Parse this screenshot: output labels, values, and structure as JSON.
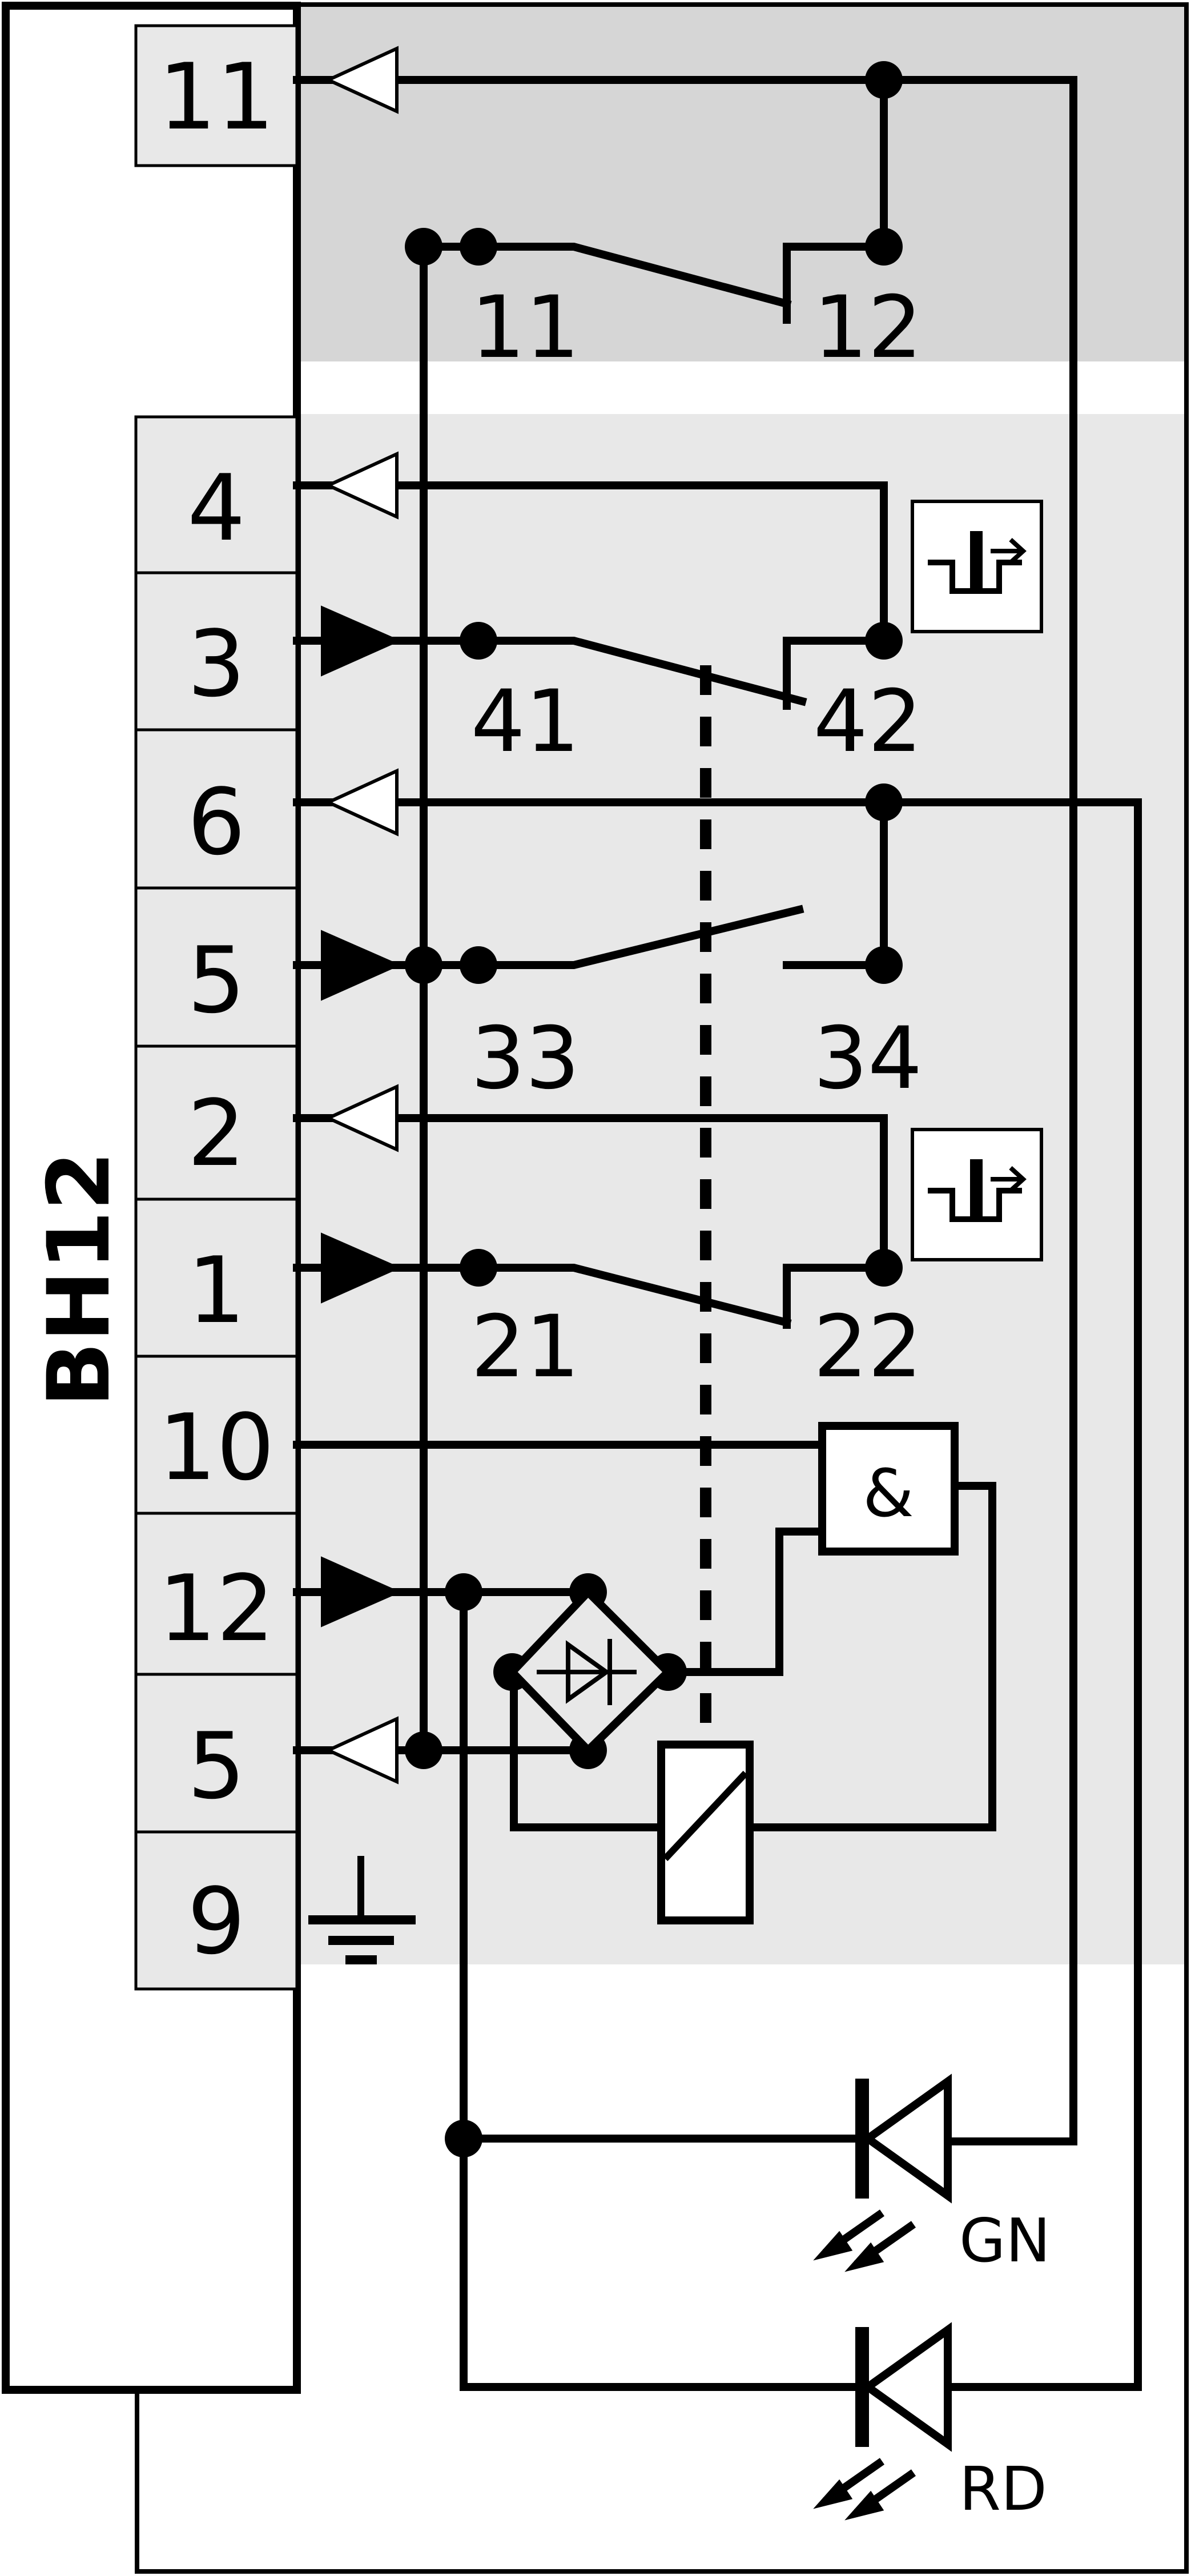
{
  "device": {
    "label": "BH12"
  },
  "terminals": [
    {
      "id": "t11",
      "label": "11"
    },
    {
      "id": "t4",
      "label": "4"
    },
    {
      "id": "t3",
      "label": "3"
    },
    {
      "id": "t6",
      "label": "6"
    },
    {
      "id": "t5a",
      "label": "5"
    },
    {
      "id": "t2",
      "label": "2"
    },
    {
      "id": "t1",
      "label": "1"
    },
    {
      "id": "t10",
      "label": "10"
    },
    {
      "id": "t12",
      "label": "12"
    },
    {
      "id": "t5b",
      "label": "5"
    },
    {
      "id": "t9",
      "label": "9"
    }
  ],
  "contacts": [
    {
      "id": "c11",
      "left": "11",
      "right": "12"
    },
    {
      "id": "c41",
      "left": "41",
      "right": "42"
    },
    {
      "id": "c33",
      "left": "33",
      "right": "34"
    },
    {
      "id": "c21",
      "left": "21",
      "right": "22"
    }
  ],
  "logic": {
    "and_gate": "&"
  },
  "leds": [
    {
      "id": "gn",
      "label": "GN"
    },
    {
      "id": "rd",
      "label": "RD"
    }
  ]
}
